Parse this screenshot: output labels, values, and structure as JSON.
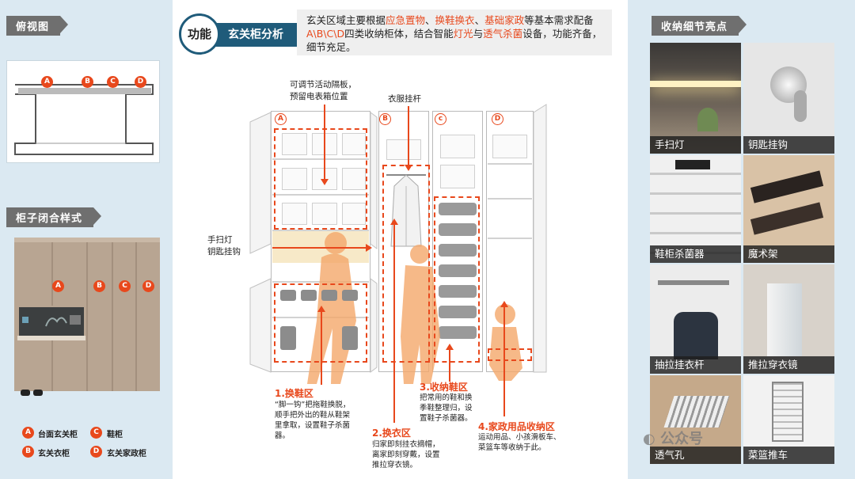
{
  "left": {
    "plan_title": "俯视图",
    "plan_dots": [
      "A",
      "B",
      "C",
      "D"
    ],
    "closed_title": "柜子闭合样式",
    "closed_dots": [
      "A",
      "B",
      "C",
      "D"
    ],
    "legend": [
      {
        "dot": "A",
        "label": "台面玄关柜"
      },
      {
        "dot": "C",
        "label": "鞋柜"
      },
      {
        "dot": "B",
        "label": "玄关衣柜"
      },
      {
        "dot": "D",
        "label": "玄关家政柜"
      }
    ]
  },
  "title": {
    "circle": "功能",
    "bar": "玄关柜分析"
  },
  "description": {
    "p1": "玄关区域主要根据",
    "h1": "应急置物",
    "s1": "、",
    "h2": "换鞋换衣",
    "s2": "、",
    "h3": "基础家政",
    "p2": "等基本需求配备",
    "h4": "A\\B\\C\\D",
    "p3": "四类收纳柜体，结合智能",
    "h5": "灯光",
    "p4": "与",
    "h6": "透气杀菌",
    "p5": "设备，功能齐备，细节充足。"
  },
  "diagram": {
    "cab_dots": [
      "A",
      "B",
      "c",
      "D"
    ],
    "ann_shelf_1": "可调节活动隔板，",
    "ann_shelf_2": "预留电表箱位置",
    "ann_rod": "衣服挂杆",
    "ann_light_1": "手扫灯",
    "ann_light_2": "钥匙挂钩",
    "zone1_title": "1.换鞋区",
    "zone1_desc": "“脚一钩”把拖鞋换脱，顺手把外出的鞋从鞋架里拿取，设置鞋子杀菌器。",
    "zone2_title": "2.换衣区",
    "zone2_desc": "归家即刻挂衣摘帽，离家即刻穿戴，设置推拉穿衣镜。",
    "zone3_title": "3.收纳鞋区",
    "zone3_desc": "把常用的鞋和换季鞋整理归，设置鞋子杀菌器。",
    "zone4_title": "4.家政用品收纳区",
    "zone4_desc": "运动用品、小孩滑板车、菜篮车等收纳于此。"
  },
  "right": {
    "title": "收纳细节亮点",
    "photos": [
      "手扫灯",
      "钥匙挂钩",
      "鞋柜杀菌器",
      "魔术架",
      "抽拉挂衣杆",
      "推拉穿衣镜",
      "透气孔",
      "菜篮推车"
    ],
    "watermark": "公众号"
  }
}
